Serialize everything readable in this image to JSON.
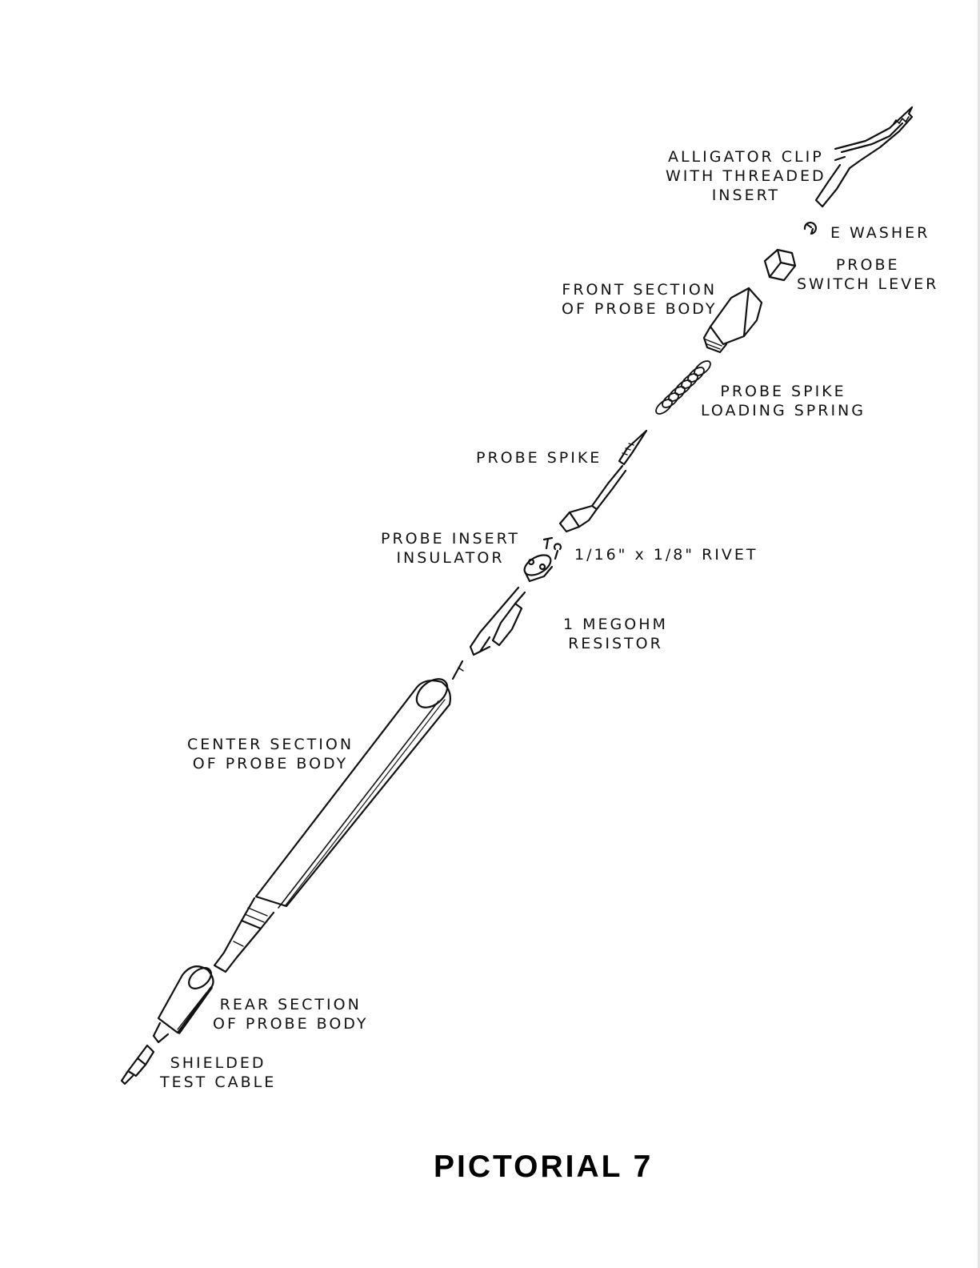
{
  "figure": {
    "title": "PICTORIAL 7",
    "labels": {
      "alligator_clip": [
        "ALLIGATOR CLIP",
        "WITH THREADED",
        "INSERT"
      ],
      "e_washer": [
        "E WASHER"
      ],
      "probe_switch_lever": [
        "PROBE",
        "SWITCH LEVER"
      ],
      "front_section": [
        "FRONT SECTION",
        "OF PROBE BODY"
      ],
      "probe_spike_spring": [
        "PROBE SPIKE",
        "LOADING SPRING"
      ],
      "probe_spike": [
        "PROBE SPIKE"
      ],
      "probe_insert_insulator": [
        "PROBE INSERT",
        "INSULATOR"
      ],
      "rivet": [
        "1/16\" x 1/8\" RIVET"
      ],
      "resistor": [
        "1 MEGOHM",
        "RESISTOR"
      ],
      "center_section": [
        "CENTER SECTION",
        "OF PROBE BODY"
      ],
      "rear_section": [
        "REAR SECTION",
        "OF PROBE BODY"
      ],
      "test_cable": [
        "SHIELDED",
        "TEST CABLE"
      ]
    }
  }
}
